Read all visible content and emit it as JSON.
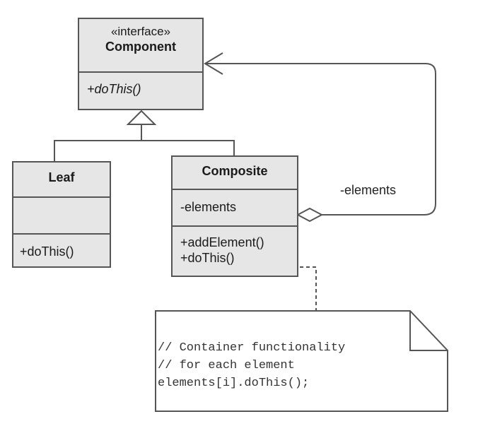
{
  "component": {
    "stereotype": "«interface»",
    "name": "Component",
    "operation": "+doThis()"
  },
  "leaf": {
    "name": "Leaf",
    "attributes": "",
    "operation": "+doThis()"
  },
  "composite": {
    "name": "Composite",
    "attribute": "-elements",
    "operations": [
      "+addElement()",
      "+doThis()"
    ]
  },
  "association": {
    "label": "-elements"
  },
  "note": {
    "lines": [
      "// Container functionality",
      "// for each element",
      "elements[i].doThis();"
    ]
  },
  "colors": {
    "class_fill": "#e6e6e6",
    "border": "#555555",
    "note_fill": "#ffffff"
  }
}
